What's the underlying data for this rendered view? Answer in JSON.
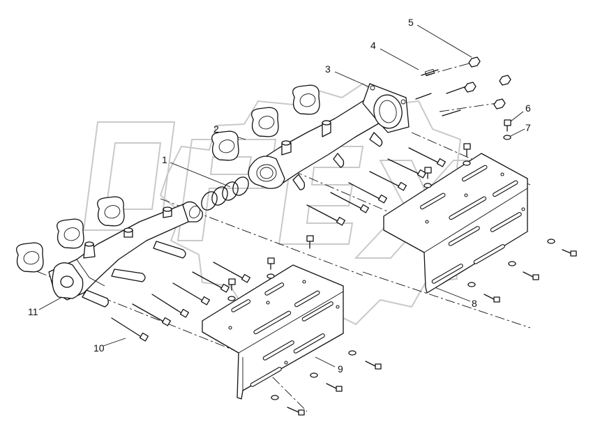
{
  "diagram": {
    "callouts": [
      {
        "id": "1",
        "label": "1"
      },
      {
        "id": "2",
        "label": "2"
      },
      {
        "id": "3",
        "label": "3"
      },
      {
        "id": "4",
        "label": "4"
      },
      {
        "id": "5",
        "label": "5"
      },
      {
        "id": "6",
        "label": "6"
      },
      {
        "id": "7",
        "label": "7"
      },
      {
        "id": "8",
        "label": "8"
      },
      {
        "id": "9",
        "label": "9"
      },
      {
        "id": "10",
        "label": "10"
      },
      {
        "id": "11",
        "label": "11"
      }
    ],
    "colors": {
      "line": "#111111",
      "watermark": "#c9c9c9",
      "background": "#ffffff"
    }
  }
}
